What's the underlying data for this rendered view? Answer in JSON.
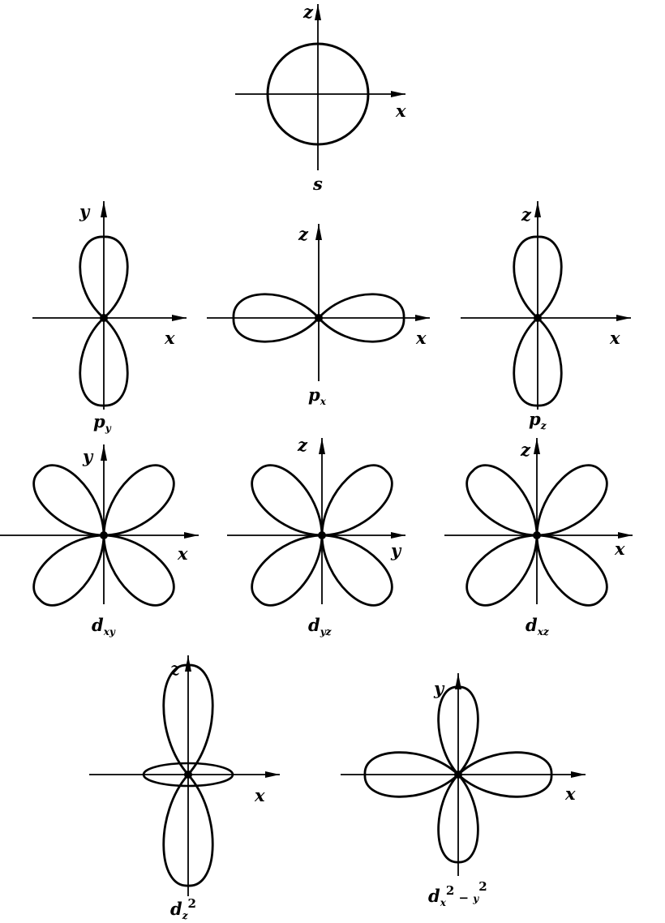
{
  "orbitals": [
    {
      "id": "s",
      "label": "s",
      "sub": "",
      "sup": "",
      "axes": {
        "vertical": "z",
        "horizontal": "x"
      }
    },
    {
      "id": "py",
      "label": "p",
      "sub": "y",
      "sup": "",
      "axes": {
        "vertical": "y",
        "horizontal": "x"
      }
    },
    {
      "id": "px",
      "label": "p",
      "sub": "x",
      "sup": "",
      "axes": {
        "vertical": "z",
        "horizontal": "x"
      }
    },
    {
      "id": "pz",
      "label": "p",
      "sub": "z",
      "sup": "",
      "axes": {
        "vertical": "z",
        "horizontal": "x"
      }
    },
    {
      "id": "dxy",
      "label": "d",
      "sub": "xy",
      "sup": "",
      "axes": {
        "vertical": "y",
        "horizontal": "x"
      }
    },
    {
      "id": "dyz",
      "label": "d",
      "sub": "yz",
      "sup": "",
      "axes": {
        "vertical": "z",
        "horizontal": "y"
      }
    },
    {
      "id": "dxz",
      "label": "d",
      "sub": "xz",
      "sup": "",
      "axes": {
        "vertical": "z",
        "horizontal": "x"
      }
    },
    {
      "id": "dz2",
      "label": "d",
      "sub": "z",
      "sup": "2",
      "axes": {
        "vertical": "z",
        "horizontal": "x"
      }
    },
    {
      "id": "dx2y2",
      "label": "d",
      "sub": "x",
      "sup": "2",
      "sub2": "y",
      "sup2": "2",
      "axes": {
        "vertical": "y",
        "horizontal": "x"
      }
    }
  ]
}
